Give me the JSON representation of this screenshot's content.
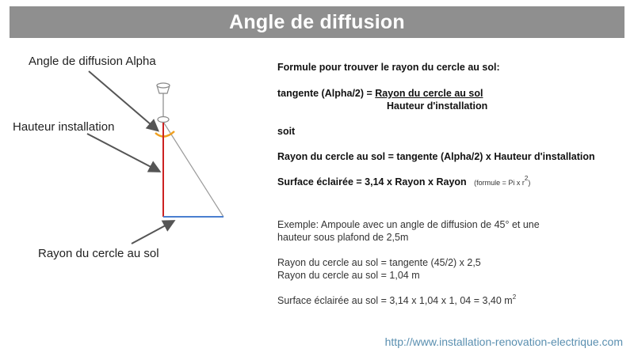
{
  "header": {
    "title": "Angle de diffusion"
  },
  "diagram": {
    "label_angle": "Angle de diffusion Alpha",
    "label_height": "Hauteur installation",
    "label_radius": "Rayon du cercle au sol",
    "colors": {
      "height_line": "#cc2222",
      "radius_line": "#4a7fd0",
      "angle_arc": "#f0a020",
      "cone_outline": "#9a9a9a",
      "arrow": "#555555"
    }
  },
  "formula": {
    "heading": "Formule pour trouver le rayon du cercle au sol:",
    "tan_prefix": "tangente (Alpha/2) = ",
    "numerator": "Rayon du cercle au sol",
    "denominator": "Hauteur d'installation",
    "soit": "soit",
    "radius_formula": "Rayon du cercle au sol = tangente (Alpha/2) x Hauteur d'installation",
    "surface_main": "Surface éclairée = 3,14 x Rayon x Rayon",
    "surface_note": "(formule = Pi x r",
    "surface_note_exp": "2",
    "surface_note_end": ")"
  },
  "example": {
    "line1": "Exemple: Ampoule avec un angle de diffusion de 45° et une",
    "line2": "hauteur sous plafond de 2,5m",
    "line3": "Rayon du cercle au sol = tangente (45/2) x 2,5",
    "line4": "Rayon du cercle au sol = 1,04 m",
    "line5": "Surface éclairée au sol = 3,14 x 1,04 x 1, 04 = 3,40 m",
    "line5_exp": "2"
  },
  "footer": {
    "url": "http://www.installation-renovation-electrique.com"
  }
}
